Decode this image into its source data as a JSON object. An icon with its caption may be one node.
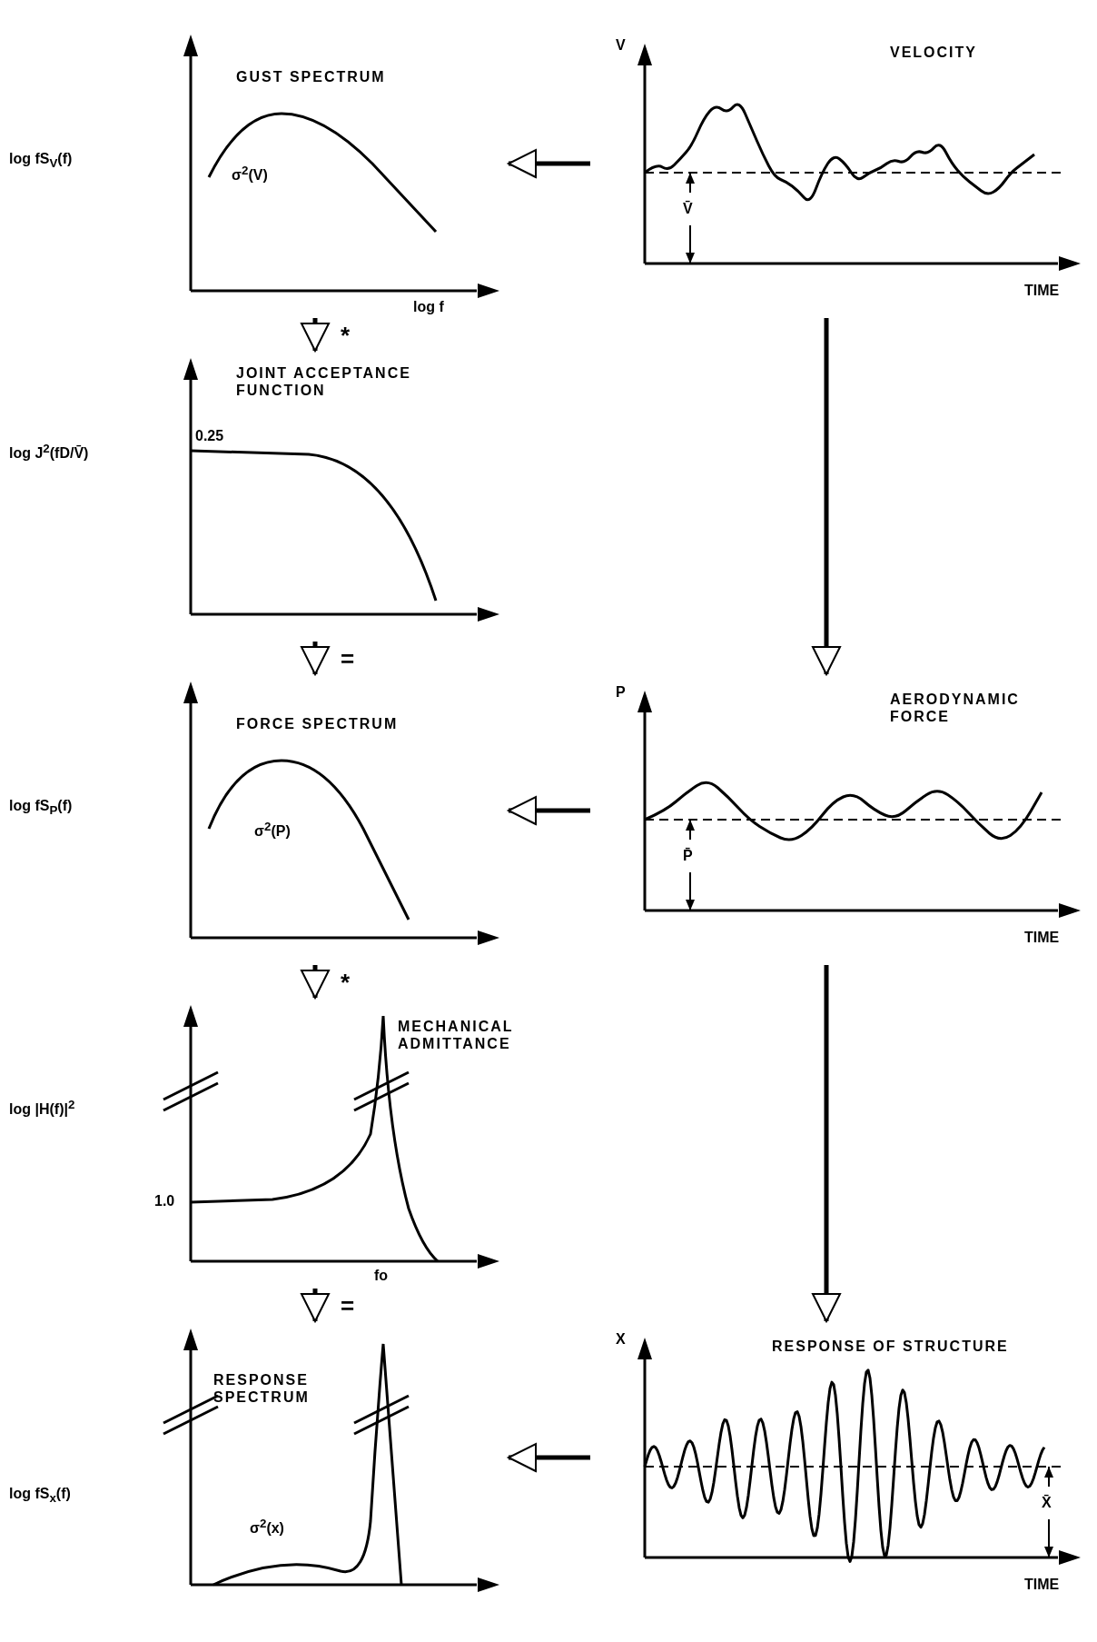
{
  "diagram": {
    "nodes": [
      {
        "text": [
          "GUST SPECTRUM",
          "log fS$_{V}$(f)",
          "σ$^{2}$(V)",
          "log f"
        ]
      },
      {
        "text": [
          "VELOCITY",
          "V",
          "V̄",
          "TIME"
        ]
      },
      {
        "text": [
          "JOINT ACCEPTANCE FUNCTION",
          "log J$^{2}$(fD/V̄)",
          "0.25"
        ]
      },
      {
        "text": [
          "FORCE SPECTRUM",
          "log fS$_{P}$(f)",
          "σ$^{2}$(P)"
        ]
      },
      {
        "text": [
          "AERODYNAMIC FORCE",
          "P",
          "P̄",
          "TIME"
        ]
      },
      {
        "text": [
          "MECHANICAL ADMITTANCE",
          "log |H(f)|$^{2}$",
          "1.0",
          "fo"
        ]
      },
      {
        "text": [
          "RESPONSE SPECTRUM",
          "log fS$_{x}$(f)",
          "σ$^{2}$(x)"
        ]
      },
      {
        "text": [
          "RESPONSE OF STRUCTURE",
          "X",
          "X̄",
          "TIME"
        ]
      }
    ],
    "edges": [
      {
        "from": 1,
        "to": 0,
        "arrow": "to"
      },
      {
        "from": 0,
        "to": 2,
        "arrow": "to",
        "label": "*"
      },
      {
        "from": 1,
        "to": 4,
        "arrow": "to"
      },
      {
        "from": 2,
        "to": 3,
        "arrow": "to",
        "label": "="
      },
      {
        "from": 4,
        "to": 3,
        "arrow": "to"
      },
      {
        "from": 3,
        "to": 5,
        "arrow": "to",
        "label": "*"
      },
      {
        "from": 4,
        "to": 7,
        "arrow": "to"
      },
      {
        "from": 5,
        "to": 6,
        "arrow": "to",
        "label": "="
      },
      {
        "from": 7,
        "to": 6,
        "arrow": "to"
      }
    ]
  }
}
